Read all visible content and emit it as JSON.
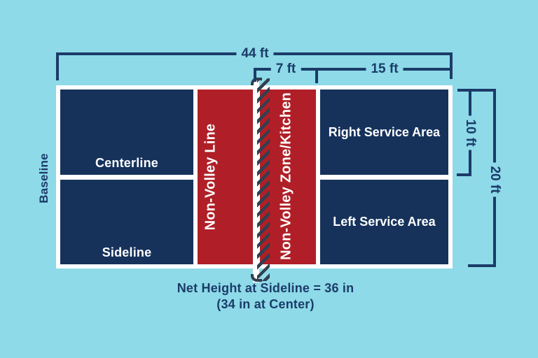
{
  "colors": {
    "background": "#8EDAE8",
    "court_navy": "#16325B",
    "kitchen_red": "#B01F27",
    "line_navy": "#1B3B69",
    "net_dark": "#333F4F",
    "white": "#FFFFFF"
  },
  "court": {
    "baseline_label": "Baseline",
    "centerline_label": "Centerline",
    "sideline_label": "Sideline",
    "non_volley_line_label": "Non-Volley Line",
    "non_volley_zone_label": "Non-Volley Zone/Kitchen",
    "right_service_label": "Right Service Area",
    "left_service_label": "Left Service Area"
  },
  "dimensions": {
    "court_length": "44 ft",
    "kitchen_depth": "7 ft",
    "service_depth": "15 ft",
    "half_width": "10 ft",
    "court_width": "20 ft"
  },
  "net_note": {
    "line1": "Net Height at Sideline = 36 in",
    "line2": "(34 in at Center)"
  }
}
